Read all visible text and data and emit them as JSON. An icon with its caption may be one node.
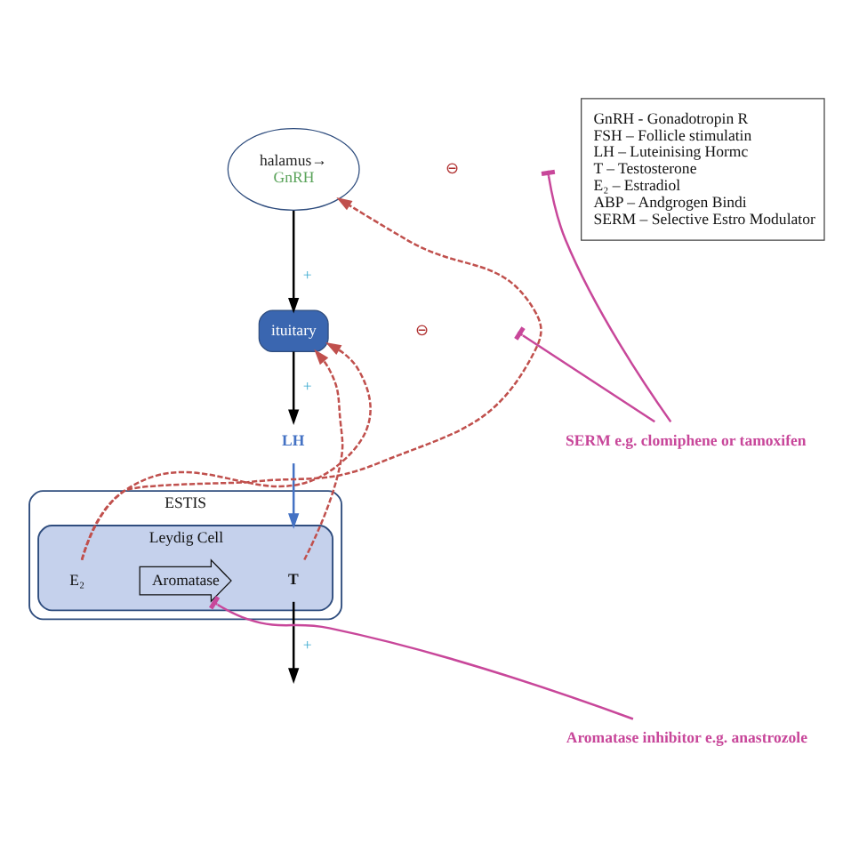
{
  "diagram": {
    "nodes": [
      {
        "text": [
          "halamus→",
          "GnRH"
        ]
      },
      {
        "text": [
          "ituitary"
        ]
      },
      {
        "text": [
          "LH"
        ]
      },
      {
        "text": [
          "ESTIS"
        ]
      },
      {
        "text": [
          "Leydig Cell"
        ],
        "in": 3
      },
      {
        "text": [
          "T"
        ],
        "in": 4
      },
      {
        "text": [
          "Aromatase"
        ],
        "in": 4
      },
      {
        "text": [
          "E₂"
        ],
        "in": 4
      },
      {
        "text": [
          "SERM e.g. clomiphene or tamoxifen"
        ]
      },
      {
        "text": [
          "Aromatase inhibitor e.g. anastrozole"
        ]
      },
      {
        "text": [
          "GnRH - Gonadotropin R",
          "FSH – Follicle stimulatin",
          "LH – Luteinising Hormc",
          "T – Testosterone",
          "E₂ – Estradiol",
          "ABP – Andgrogen Bindi",
          "SERM – Selective Estro Modulator"
        ]
      }
    ],
    "edges": [
      {
        "from": 0,
        "to": 1,
        "arrow": "to",
        "label": "+"
      },
      {
        "from": 1,
        "to": 2,
        "arrow": "to",
        "label": "+"
      },
      {
        "from": 2,
        "to": 4,
        "arrow": "to",
        "color": "#4472c4"
      },
      {
        "from": 5,
        "to": null,
        "arrow": "to",
        "label": "+"
      },
      {
        "from": 5,
        "to": 1,
        "arrow": "to",
        "style": "dashed",
        "color": "#c0504d"
      },
      {
        "from": 7,
        "to": 1,
        "arrow": "to",
        "style": "dashed",
        "color": "#c0504d"
      },
      {
        "from": 7,
        "to": 0,
        "arrow": "to",
        "style": "dashed",
        "color": "#c0504d"
      },
      {
        "from": 8,
        "to": null,
        "arrow": "other",
        "color": "#c8479a"
      },
      {
        "from": 8,
        "to": null,
        "arrow": "other",
        "color": "#c8479a"
      },
      {
        "from": 9,
        "to": 6,
        "arrow": "other",
        "color": "#c8479a"
      }
    ],
    "labels": [
      "⊖",
      "⊖"
    ]
  }
}
